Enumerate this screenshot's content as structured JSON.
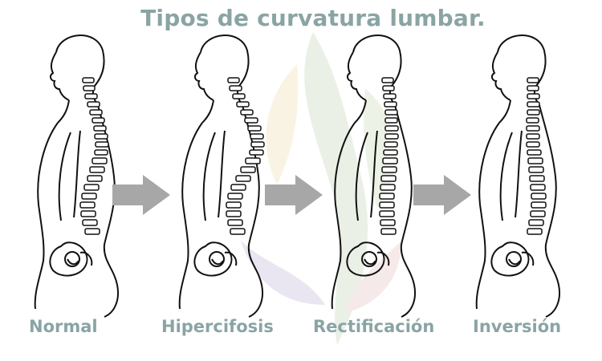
{
  "title": "Tipos de curvatura lumbar.",
  "stages": [
    {
      "label": "Normal"
    },
    {
      "label": "Hipercifosis"
    },
    {
      "label": "Rectificación"
    },
    {
      "label": "Inversión"
    }
  ],
  "icons": {
    "arrow": "right-arrow-icon",
    "figure": "human-spine-silhouette",
    "watermark": "leaf-watermark"
  },
  "colors": {
    "title": "#8aa4a4",
    "label": "#8aa4a4",
    "arrow": "#a7a7a7",
    "line": "#111111"
  }
}
